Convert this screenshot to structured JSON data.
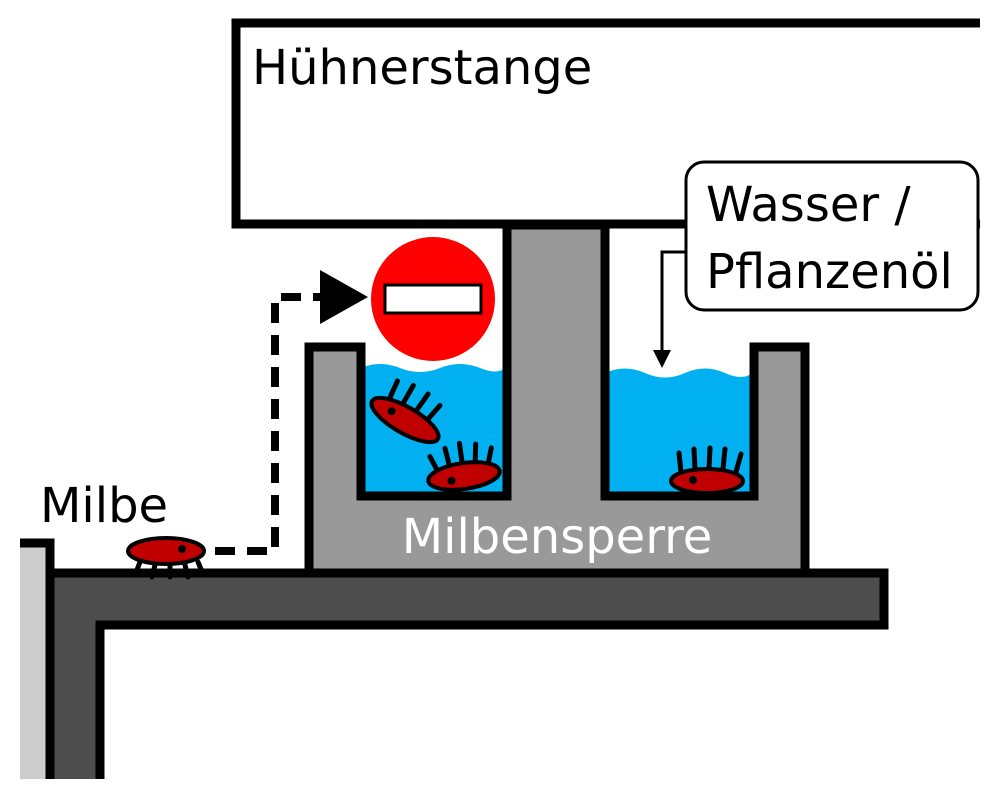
{
  "labels": {
    "perch": "Hühnerstange",
    "liquid_line1": "Wasser /",
    "liquid_line2": "Pflanzenöl",
    "mite": "Milbe",
    "barrier": "Milbensperre"
  },
  "icons": {
    "no_entry": "no-entry-sign"
  },
  "colors": {
    "water": "#00b0f0",
    "barrier_gray": "#999999",
    "shelf_dark": "#4d4d4d",
    "wall_light": "#cccccc",
    "mite_red": "#c00000",
    "no_entry_red": "#ff0000",
    "outline": "#000000"
  }
}
